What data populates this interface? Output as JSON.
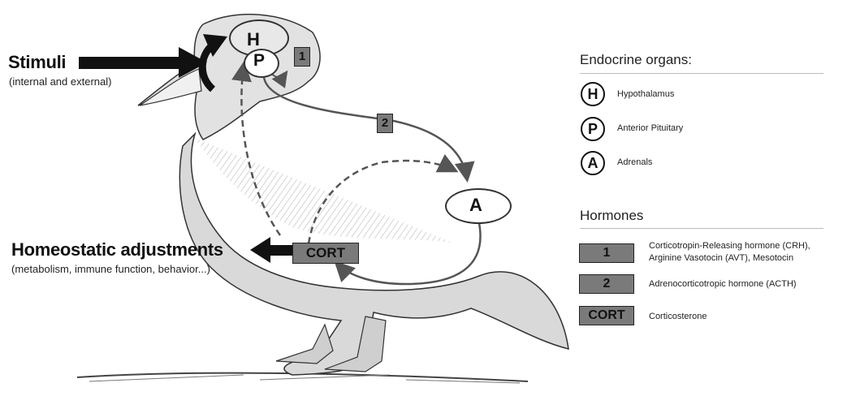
{
  "diagram": {
    "stimuli_label": "Stimuli",
    "stimuli_sub": "(internal and external)",
    "homeostatic_label": "Homeostatic adjustments",
    "homeostatic_sub": "(metabolism, immune function, behavior...)",
    "node_h": "H",
    "node_p": "P",
    "node_a": "A",
    "box_1": "1",
    "box_2": "2",
    "box_cort": "CORT"
  },
  "legend": {
    "endocrine_title": "Endocrine organs:",
    "organs": [
      {
        "letter": "H",
        "label": "Hypothalamus"
      },
      {
        "letter": "P",
        "label": "Anterior Pituitary"
      },
      {
        "letter": "A",
        "label": "Adrenals"
      }
    ],
    "hormones_title": "Hormones",
    "hormones": [
      {
        "tag": "1",
        "label_line1": "Corticotropin-Releasing hormone (CRH),",
        "label_line2": "Arginine Vasotocin (AVT), Mesotocin"
      },
      {
        "tag": "2",
        "label_line1": "Adrenocorticotropic hormone (ACTH)",
        "label_line2": ""
      },
      {
        "tag": "CORT",
        "label_line1": "Corticosterone",
        "label_line2": ""
      }
    ]
  },
  "colors": {
    "box_fill": "#7a7a7a",
    "bird_fill": "#d9d9d9",
    "arrow": "#111111"
  }
}
